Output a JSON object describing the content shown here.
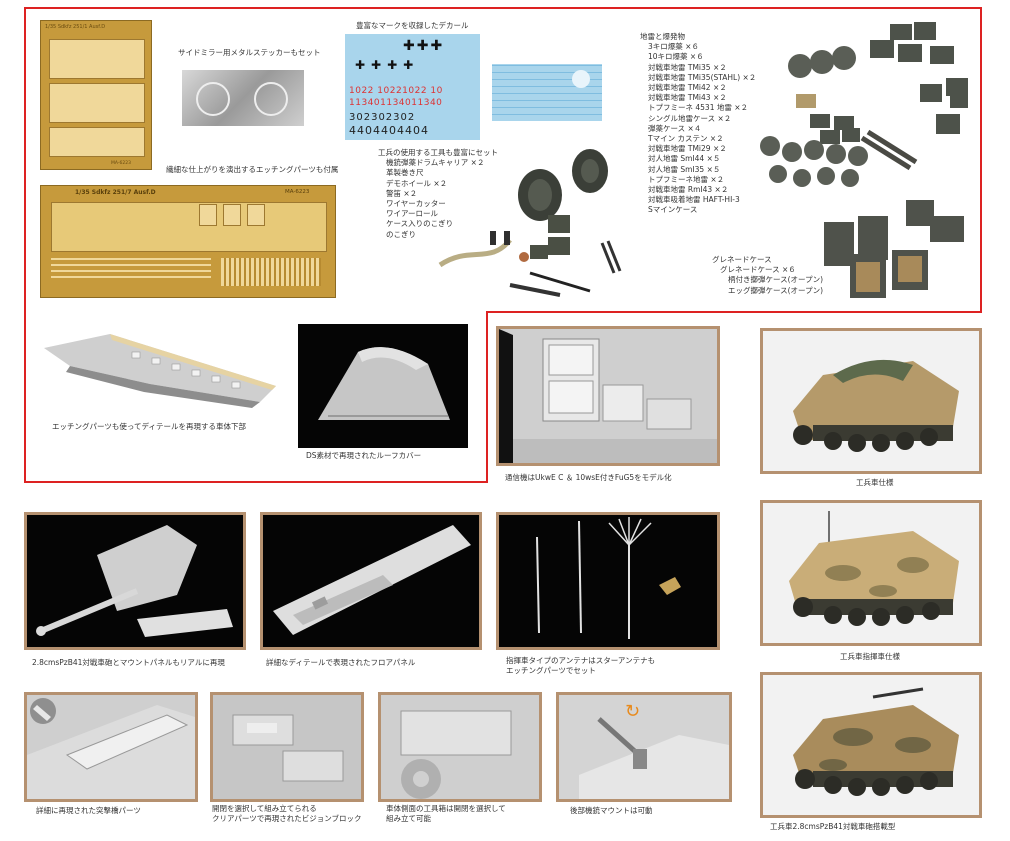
{
  "section_top": {
    "etch_small_label": "1/35 Sdkfz 251/1 Ausf.D",
    "etch_small_code": "MA-6223",
    "side_mirror": "サイドミラー用メタルステッカーもセット",
    "etching_note": "繊細な仕上がりを演出するエッチングパーツも付属",
    "etch_large_label": "1/35 Sdkfz 251/7 Ausf.D",
    "etch_large_code": "MA-6223",
    "decal_title": "豊富なマークを収録したデカール",
    "decal_rows": [
      "1022 10221022 10",
      "113401134011340",
      "302302302",
      "4404404404"
    ],
    "tools_title": "工兵の使用する工具も豊富にセット",
    "tools_items": [
      "機銃弾薬ドラムキャリア ×２",
      "革製巻き尺",
      "デモホイール ×２",
      "警笛 ×２",
      "ワイヤーカッター",
      "ワイアーロール",
      "ケース入りのこぎり",
      "のこぎり"
    ],
    "mines_title": "地雷と爆発物",
    "mines_items": [
      "3キロ爆薬 ×６",
      "10キロ爆薬 ×６",
      "対戦車地雷 TMi35 ×２",
      "対戦車地雷 TMi35(STAHL) ×２",
      "対戦車地雷 TMi42 ×２",
      "対戦車地雷 TMi43 ×２",
      "トプフミーネ 4531 地雷 ×２",
      "シングル地雷ケース ×２",
      "弾薬ケース ×４",
      "Tマイン カステン ×２",
      "対戦車地雷 TMi29 ×２",
      "対人地雷 SmI44 ×５",
      "対人地雷 SmI35 ×５",
      "トプフミーネ地雷 ×２",
      "対戦車地雷 RmI43 ×２",
      "対戦車吸着地雷 HAFT-HI-3",
      "Sマインケース"
    ],
    "grenade_title": "グレネードケース",
    "grenade_items": [
      "グレネードケース ×６",
      "柄付き擲弾ケース(オープン)",
      "エッグ擲弾ケース(オープン)"
    ],
    "hull_caption": "エッチングパーツも使ってディテールを再現する車体下部",
    "roof_caption": "DS素材で再現されたルーフカバー"
  },
  "radio_caption": "通信機はUkwE C ＆ 10wsE付きFuG5をモデル化",
  "versions": [
    {
      "caption": "工兵車仕様"
    },
    {
      "caption": "工兵車指揮車仕様"
    },
    {
      "caption": "工兵車2.8cmsPzB41対戦車砲搭載型"
    }
  ],
  "row3": [
    {
      "caption": "2.8cmsPzB41対戦車砲とマウントパネルもリアルに再現"
    },
    {
      "caption": "詳細なディテールで表現されたフロアパネル"
    },
    {
      "caption_lines": [
        "指揮車タイプのアンテナはスターアンテナも",
        "エッチングパーツでセット"
      ]
    }
  ],
  "row4": [
    {
      "caption": "詳細に再現された突撃橋パーツ"
    },
    {
      "caption_lines": [
        "開閉を選択して組み立てられる",
        "クリアパーツで再現されたビジョンブロック"
      ]
    },
    {
      "caption_lines": [
        "車体側面の工具箱は開閉を選択して",
        "組み立て可能"
      ]
    },
    {
      "caption": "後部機銃マウントは可動"
    }
  ],
  "colors": {
    "red_frame": "#dd2222",
    "tan_frame": "#b59170",
    "brass": "#c69a3c",
    "decal_blue": "#a9d5ec"
  },
  "icons": [
    "rotate-arrow-icon"
  ]
}
